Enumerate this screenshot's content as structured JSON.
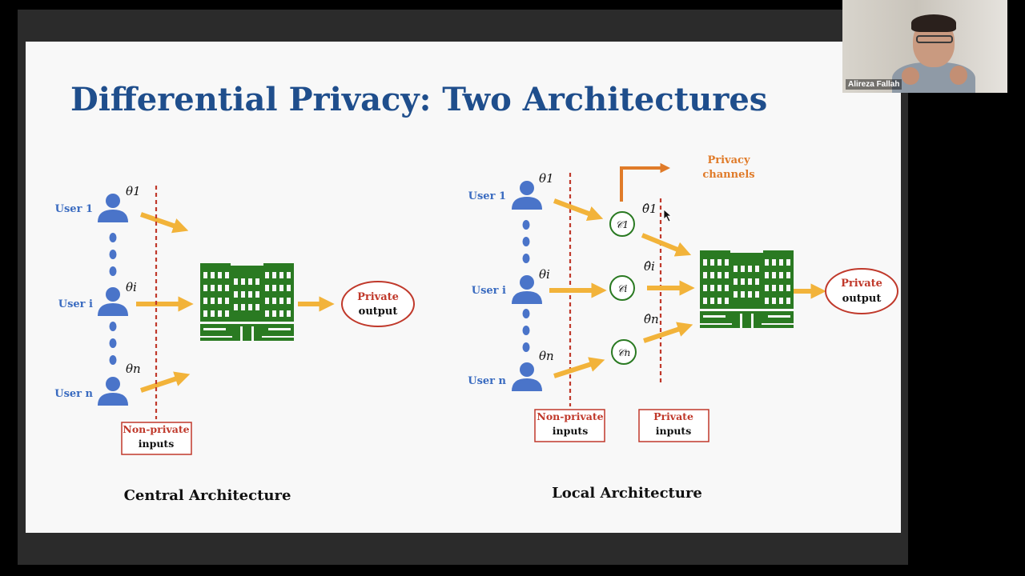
{
  "slide": {
    "title": "Differential Privacy: Two Architectures",
    "central": {
      "users": [
        "User 1",
        "User i",
        "User n"
      ],
      "thetas": [
        "θ1",
        "θi",
        "θn"
      ],
      "box": [
        "Non-private",
        "inputs"
      ],
      "output": [
        "Private",
        "output"
      ],
      "caption": "Central Architecture"
    },
    "local": {
      "users": [
        "User 1",
        "User i",
        "User n"
      ],
      "thetas": [
        "θ1",
        "θi",
        "θn"
      ],
      "channels": [
        "𝒞1",
        "𝒞i",
        "𝒞n"
      ],
      "noisy": [
        "θ̂1",
        "θ̂i",
        "θ̂n"
      ],
      "channels_label": [
        "Privacy",
        "channels"
      ],
      "box_nonprivate": [
        "Non-private",
        "inputs"
      ],
      "box_private": [
        "Private",
        "inputs"
      ],
      "output": [
        "Private",
        "output"
      ],
      "caption": "Local Architecture"
    }
  },
  "video": {
    "participant_name": "Alireza Fallah"
  },
  "colors": {
    "title": "#1f4e8c",
    "user": "#4a74c9",
    "arrow": "#f2b33a",
    "building": "#2a7a22",
    "red": "#c0392b",
    "orange": "#e07b29"
  }
}
